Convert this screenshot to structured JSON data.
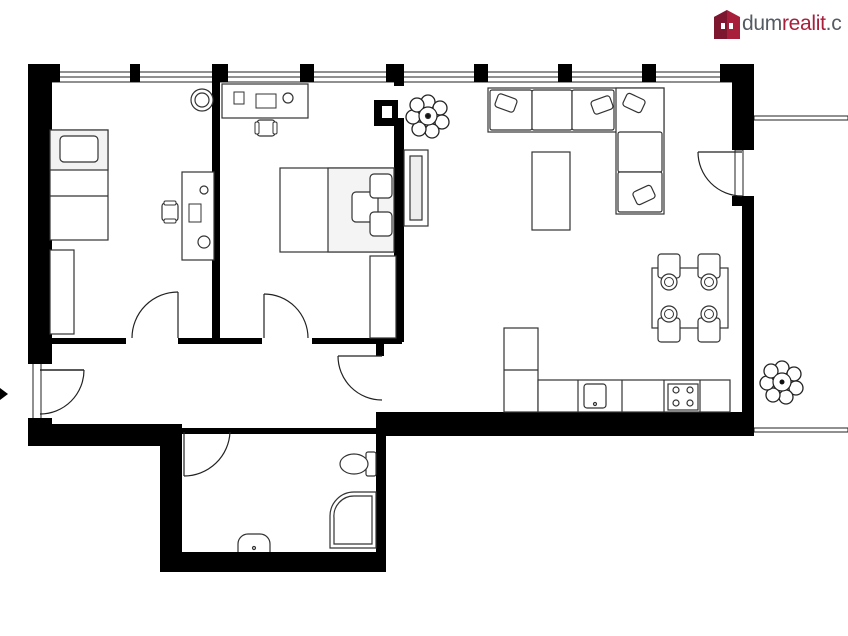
{
  "brand": {
    "part1": "dum",
    "part2": "realit",
    "part3": ".c",
    "logo": "house-logo-icon",
    "colors": {
      "primary": "#a81f3c",
      "secondary": "#555b63"
    }
  },
  "plan": {
    "wall_color": "#000000",
    "furniture_stroke": "#333333",
    "icons": [
      "entrance-arrow-icon",
      "plant-icon",
      "toilet-icon",
      "shower-icon",
      "stove-icon",
      "sink-icon"
    ]
  }
}
